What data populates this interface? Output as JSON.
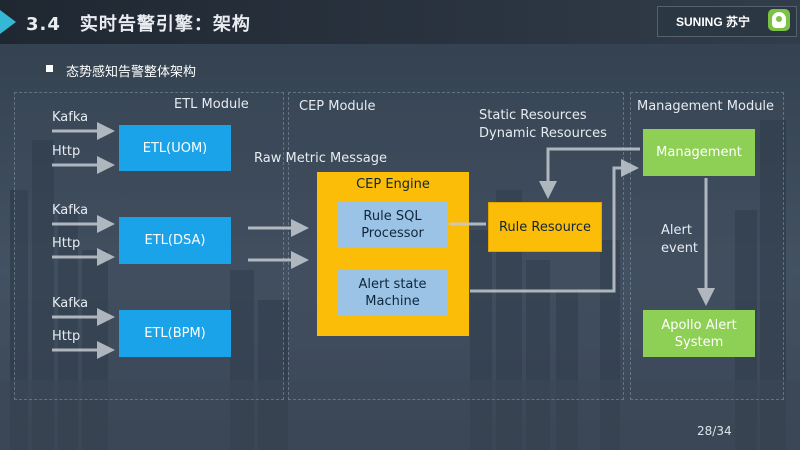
{
  "title": "3.4　实时告警引擎：架构",
  "logo": {
    "text": "SUNING 苏宁"
  },
  "bullet": "态势感知告警整体架构",
  "modules": {
    "etl": "ETL Module",
    "cep": "CEP Module",
    "management": "Management  Module"
  },
  "sources": [
    {
      "kafka": "Kafka",
      "http": "Http",
      "box": "ETL(UOM)"
    },
    {
      "kafka": "Kafka",
      "http": "Http",
      "box": "ETL(DSA)"
    },
    {
      "kafka": "Kafka",
      "http": "Http",
      "box": "ETL(BPM)"
    }
  ],
  "raw_metric": "Raw Metric Message",
  "cep_engine": {
    "title": "CEP Engine",
    "rule_sql": "Rule SQL Processor",
    "alert_state": "Alert state Machine"
  },
  "static_resources": "Static Resources",
  "dynamic_resources": "Dynamic Resources",
  "rule_resource": "Rule Resource",
  "management": "Management",
  "alert_event": "Alert event",
  "apollo": "Apollo Alert System",
  "page": "28/34",
  "colors": {
    "etl_blue": "#1aa3e8",
    "cep_yellow": "#fbbd08",
    "inner_blue": "#9ac3e6",
    "green": "#8ecf55",
    "accent": "#35b7d6"
  }
}
